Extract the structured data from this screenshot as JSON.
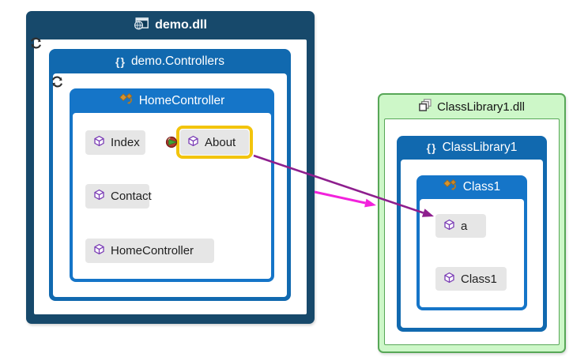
{
  "left_assembly": {
    "title": "demo.dll",
    "icon": "web-application-icon",
    "namespace": {
      "title": "demo.Controllers",
      "icon_glyph": "{}",
      "class": {
        "title": "HomeController",
        "icon": "class-icon",
        "nodes": {
          "index": "Index",
          "about": "About",
          "contact": "Contact",
          "homecontroller": "HomeController"
        },
        "selected_node": "About",
        "selected_badge": "entry-point-indicator"
      }
    }
  },
  "right_assembly": {
    "title": "ClassLibrary1.dll",
    "icon": "assembly-icon",
    "namespace": {
      "title": "ClassLibrary1",
      "icon_glyph": "{}",
      "class": {
        "title": "Class1",
        "icon": "class-icon",
        "nodes": {
          "a": "a",
          "class1": "Class1"
        }
      }
    }
  },
  "links": [
    {
      "from": "About",
      "to": "a",
      "color": "#8E1F8E"
    },
    {
      "from": "demo.dll",
      "to": "ClassLibrary1.dll",
      "color": "#F222DC"
    }
  ],
  "colors": {
    "assembly_dark": "#17496B",
    "namespace_blue": "#1169AF",
    "class_blue": "#1575C8",
    "node_gray": "#E6E6E6",
    "selection_gold": "#F2C40D",
    "library_green_bg": "#CDF7C8",
    "library_green_border": "#57A757"
  }
}
